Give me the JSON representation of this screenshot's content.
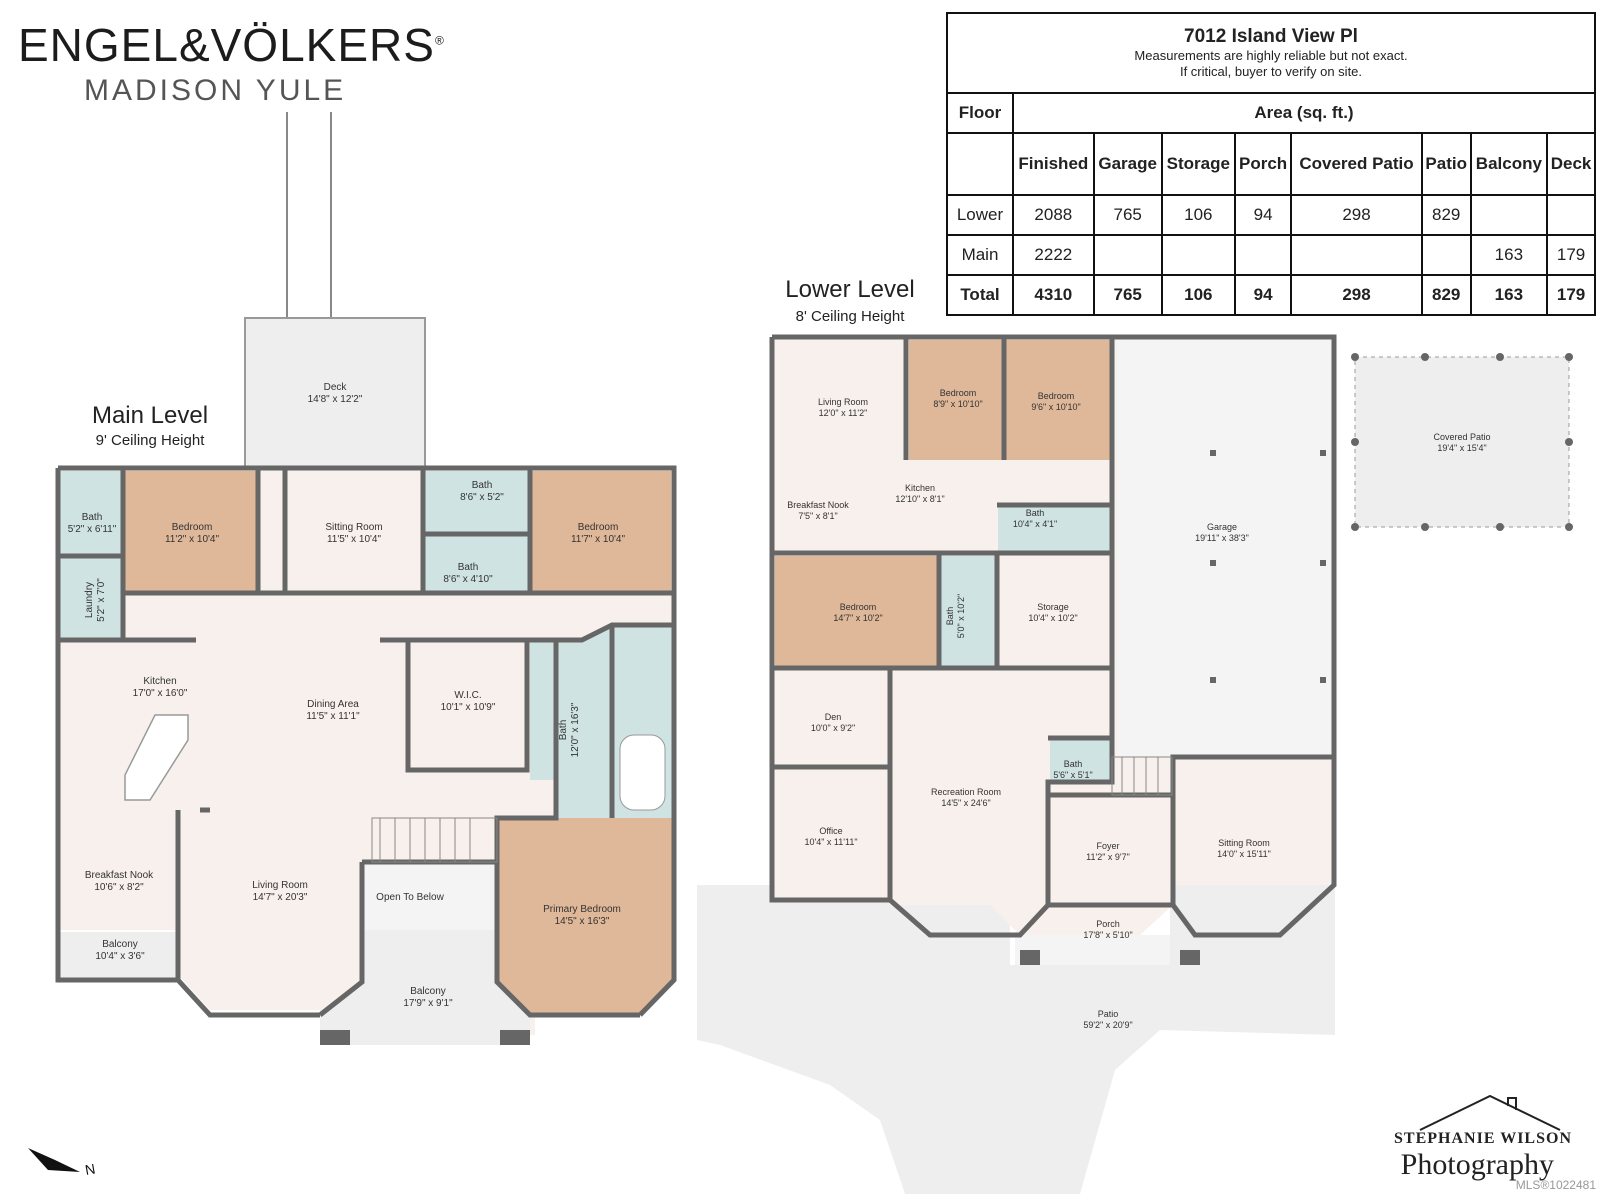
{
  "brand": {
    "name": "ENGEL&VÖLKERS",
    "registered": "®",
    "agent": "MADISON YULE"
  },
  "main_level": {
    "title": "Main Level",
    "ceiling": "9' Ceiling Height"
  },
  "lower_level": {
    "title": "Lower Level",
    "ceiling": "8' Ceiling Height"
  },
  "table": {
    "title": "7012 Island View Pl",
    "note1": "Measurements are highly reliable but not exact.",
    "note2": "If critical, buyer to verify on site.",
    "floor_header": "Floor",
    "area_header": "Area (sq. ft.)",
    "columns": [
      "Finished",
      "Garage",
      "Storage",
      "Porch",
      "Covered Patio",
      "Patio",
      "Balcony",
      "Deck"
    ],
    "rows": [
      {
        "floor": "Lower",
        "values": [
          "2088",
          "765",
          "106",
          "94",
          "298",
          "829",
          "",
          ""
        ]
      },
      {
        "floor": "Main",
        "values": [
          "2222",
          "",
          "",
          "",
          "",
          "",
          "163",
          "179"
        ]
      },
      {
        "floor": "Total",
        "values": [
          "4310",
          "765",
          "106",
          "94",
          "298",
          "829",
          "163",
          "179"
        ]
      }
    ]
  },
  "main_rooms": [
    {
      "name": "Deck",
      "dim": "14'8\" x 12'2\""
    },
    {
      "name": "Bath",
      "dim": "5'2\" x 6'11\""
    },
    {
      "name": "Bedroom",
      "dim": "11'2\" x 10'4\""
    },
    {
      "name": "Sitting Room",
      "dim": "11'5\" x 10'4\""
    },
    {
      "name": "Bath",
      "dim": "8'6\" x 5'2\""
    },
    {
      "name": "Bath",
      "dim": "8'6\" x 4'10\""
    },
    {
      "name": "Bedroom",
      "dim": "11'7\" x 10'4\""
    },
    {
      "name": "Laundry",
      "dim": "5'2\" x 7'0\""
    },
    {
      "name": "Kitchen",
      "dim": "17'0\" x 16'0\""
    },
    {
      "name": "Dining Area",
      "dim": "11'5\" x 11'1\""
    },
    {
      "name": "W.I.C.",
      "dim": "10'1\" x 10'9\""
    },
    {
      "name": "Bath",
      "dim": "12'0\" x 16'3\""
    },
    {
      "name": "Breakfast Nook",
      "dim": "10'6\" x 8'2\""
    },
    {
      "name": "Living Room",
      "dim": "14'7\" x 20'3\""
    },
    {
      "name": "Open To Below",
      "dim": ""
    },
    {
      "name": "Primary Bedroom",
      "dim": "14'5\" x 16'3\""
    },
    {
      "name": "Balcony",
      "dim": "10'4\" x 3'6\""
    },
    {
      "name": "Balcony",
      "dim": "17'9\" x 9'1\""
    }
  ],
  "lower_rooms": [
    {
      "name": "Living Room",
      "dim": "12'0\" x 11'2\""
    },
    {
      "name": "Bedroom",
      "dim": "8'9\" x 10'10\""
    },
    {
      "name": "Bedroom",
      "dim": "9'6\" x 10'10\""
    },
    {
      "name": "Kitchen",
      "dim": "12'10\" x 8'1\""
    },
    {
      "name": "Breakfast Nook",
      "dim": "7'5\" x 8'1\""
    },
    {
      "name": "Bath",
      "dim": "10'4\" x 4'1\""
    },
    {
      "name": "Garage",
      "dim": "19'11\" x 38'3\""
    },
    {
      "name": "Covered Patio",
      "dim": "19'4\" x 15'4\""
    },
    {
      "name": "Bedroom",
      "dim": "14'7\" x 10'2\""
    },
    {
      "name": "Bath",
      "dim": "5'0\" x 10'2\""
    },
    {
      "name": "Storage",
      "dim": "10'4\" x 10'2\""
    },
    {
      "name": "Den",
      "dim": "10'0\" x 9'2\""
    },
    {
      "name": "Bath",
      "dim": "5'6\" x 5'1\""
    },
    {
      "name": "Recreation Room",
      "dim": "14'5\" x 24'6\""
    },
    {
      "name": "Office",
      "dim": "10'4\" x 11'11\""
    },
    {
      "name": "Foyer",
      "dim": "11'2\" x 9'7\""
    },
    {
      "name": "Sitting Room",
      "dim": "14'0\" x 15'11\""
    },
    {
      "name": "Porch",
      "dim": "17'8\" x 5'10\""
    },
    {
      "name": "Patio",
      "dim": "59'2\" x 20'9\""
    }
  ],
  "compass_label": "N",
  "photographer": {
    "line1": "STEPHANIE WILSON",
    "line2": "Photography"
  },
  "mls": "MLS®1022481",
  "colors": {
    "bedroom": "#dfb89a",
    "bath": "#cfe3e3",
    "floor": "#f8f0ec",
    "wall": "#666666",
    "outdoor": "#eeeeee"
  }
}
